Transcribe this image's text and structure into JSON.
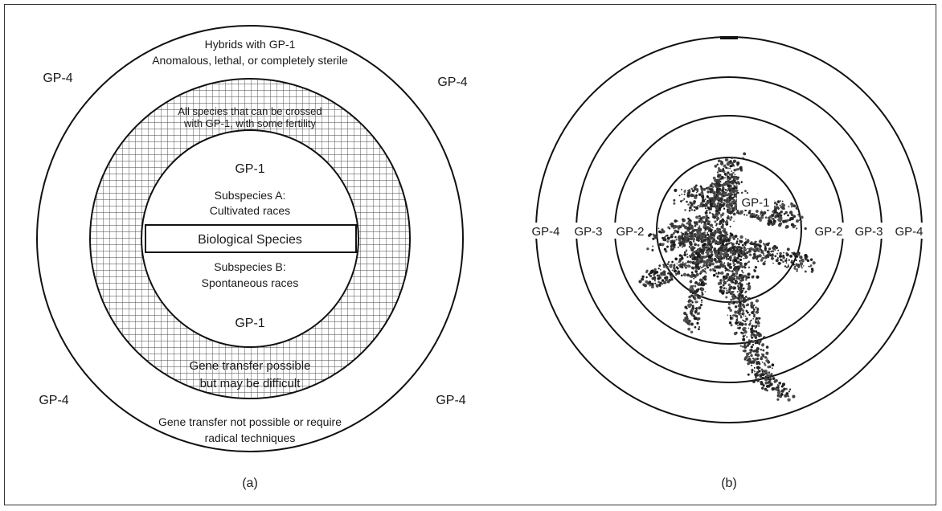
{
  "panel_a": {
    "caption": "(a)",
    "outer_top_1": "Hybrids with GP-1",
    "outer_top_2": "Anomalous, lethal, or completely sterile",
    "outer_bottom_1": "Gene transfer not possible or require",
    "outer_bottom_2": "radical techniques",
    "gp4_label": "GP-4",
    "hatched_top_1": "All species that can be crossed",
    "hatched_top_2": "with GP-1, with some fertility",
    "hatched_bottom_1": "Gene transfer possible",
    "hatched_bottom_2": "but may be difficult",
    "gp1_label": "GP-1",
    "subspecies_a_1": "Subspecies A:",
    "subspecies_a_2": "Cultivated races",
    "biological_species": "Biological Species",
    "subspecies_b_1": "Subspecies B:",
    "subspecies_b_2": "Spontaneous races"
  },
  "panel_b": {
    "caption": "(b)",
    "gp1": "GP-1",
    "gp2": "GP-2",
    "gp3": "GP-3",
    "gp4": "GP-4"
  }
}
